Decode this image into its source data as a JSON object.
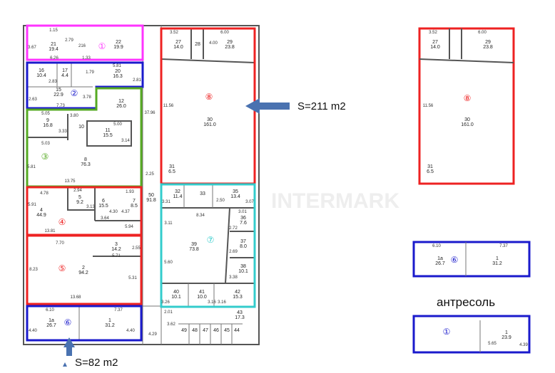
{
  "zones": [
    {
      "num": "①",
      "color": "#ff33ff"
    },
    {
      "num": "②",
      "color": "#1a1acc"
    },
    {
      "num": "③",
      "color": "#55aa22"
    },
    {
      "num": "④",
      "color": "#ee2222"
    },
    {
      "num": "⑤",
      "color": "#ee2222"
    },
    {
      "num": "⑥",
      "color": "#1a1acc"
    },
    {
      "num": "⑦",
      "color": "#33cccc"
    },
    {
      "num": "⑧",
      "color": "#ee2222"
    }
  ],
  "rooms": {
    "r21": "21",
    "a21": "19.4",
    "r22": "22",
    "a22": "19.9",
    "r16": "16",
    "a16": "10.4",
    "r17": "17",
    "a17": "4.4",
    "r20": "20",
    "a20": "16.3",
    "r15": "15",
    "a15": "22.9",
    "r12": "12",
    "a12": "26.0",
    "r9": "9",
    "a9": "16.8",
    "r10": "10",
    "r11": "11",
    "a11": "15.5",
    "r8": "8",
    "a8": "76.3",
    "r27": "27",
    "a27": "14.0",
    "r28": "28",
    "r29": "29",
    "a29": "23.8",
    "r30": "30",
    "a30": "161.0",
    "r31": "31",
    "a31": "6.5",
    "r4": "4",
    "a4": "44.9",
    "r5": "5",
    "a5": "9.2",
    "r6": "6",
    "a6": "15.5",
    "r7": "7",
    "a7": "8.5",
    "r50": "50",
    "a50": "91.8",
    "r3": "3",
    "a3": "14.2",
    "r2": "2",
    "a2": "94.2",
    "r1a": "1a",
    "a1a": "26.7",
    "r1": "1",
    "a1": "31.2",
    "r32": "32",
    "a32": "11.4",
    "r33": "33",
    "r35": "35",
    "a35": "13.4",
    "r36": "36",
    "a36": "7.6",
    "r37": "37",
    "a37": "8.0",
    "r38": "38",
    "a38": "10.1",
    "r39": "39",
    "a39": "73.8",
    "r40": "40",
    "a40": "10.1",
    "r41": "41",
    "a41": "10.0",
    "r42": "42",
    "a42": "15.3",
    "r43": "43",
    "a43": "17.3",
    "r49": "49",
    "r48": "48",
    "r47": "47",
    "r46": "46",
    "r45": "45",
    "r44": "44",
    "ra1": "1",
    "aa1": "23.9"
  },
  "dims": {
    "d1": "3.67",
    "d2": "1.15",
    "d3": "2.79",
    "d4": "216",
    "d5": "6.26",
    "d6": "1.33",
    "d7": "5.81",
    "d8": "2.83",
    "d9": "1.79",
    "d10": "2.81",
    "d11": "2.63",
    "d12": "7.73",
    "d13": "3.78",
    "d14": "37.96",
    "d15": "5.05",
    "d16": "3.33",
    "d17": "3.80",
    "d18": "5.00",
    "d19": "3.14",
    "d20": "5.03",
    "d21": "5.81",
    "d22": "13.75",
    "d23": "2.25",
    "d24": "3.52",
    "d25": "6.00",
    "d26": "4.00",
    "d27": "11.56",
    "d28": "4.78",
    "d29": "2.94",
    "d30": "1.93",
    "d31": "5.91",
    "d32": "3.13",
    "d33": "4.30",
    "d34": "4.37",
    "d35": "3.64",
    "d36": "5.94",
    "d37": "13.81",
    "d38": "7.70",
    "d39": "2.55",
    "d40": "5.71",
    "d41": "8.23",
    "d42": "5.31",
    "d43": "13.68",
    "d44": "6.10",
    "d45": "7.37",
    "d46": "4.40",
    "d47": "4.40",
    "d48": "3.31",
    "d49": "2.50",
    "d50": "3.07",
    "d51": "8.34",
    "d52": "3.01",
    "d53": "3.11",
    "d54": "2.72",
    "d55": "2.69",
    "d56": "5.60",
    "d57": "3.38",
    "d58": "3.26",
    "d59": "3.16",
    "d60": "3.16",
    "d61": "2.01",
    "d62": "3.62",
    "d63": "4.29",
    "d64": "5.65",
    "d65": "4.39"
  },
  "annotations": {
    "area_8": "S=211 m2",
    "area_6": "S=82 m2",
    "mezzanine": "антресоль"
  },
  "watermark": "INTERMARK"
}
